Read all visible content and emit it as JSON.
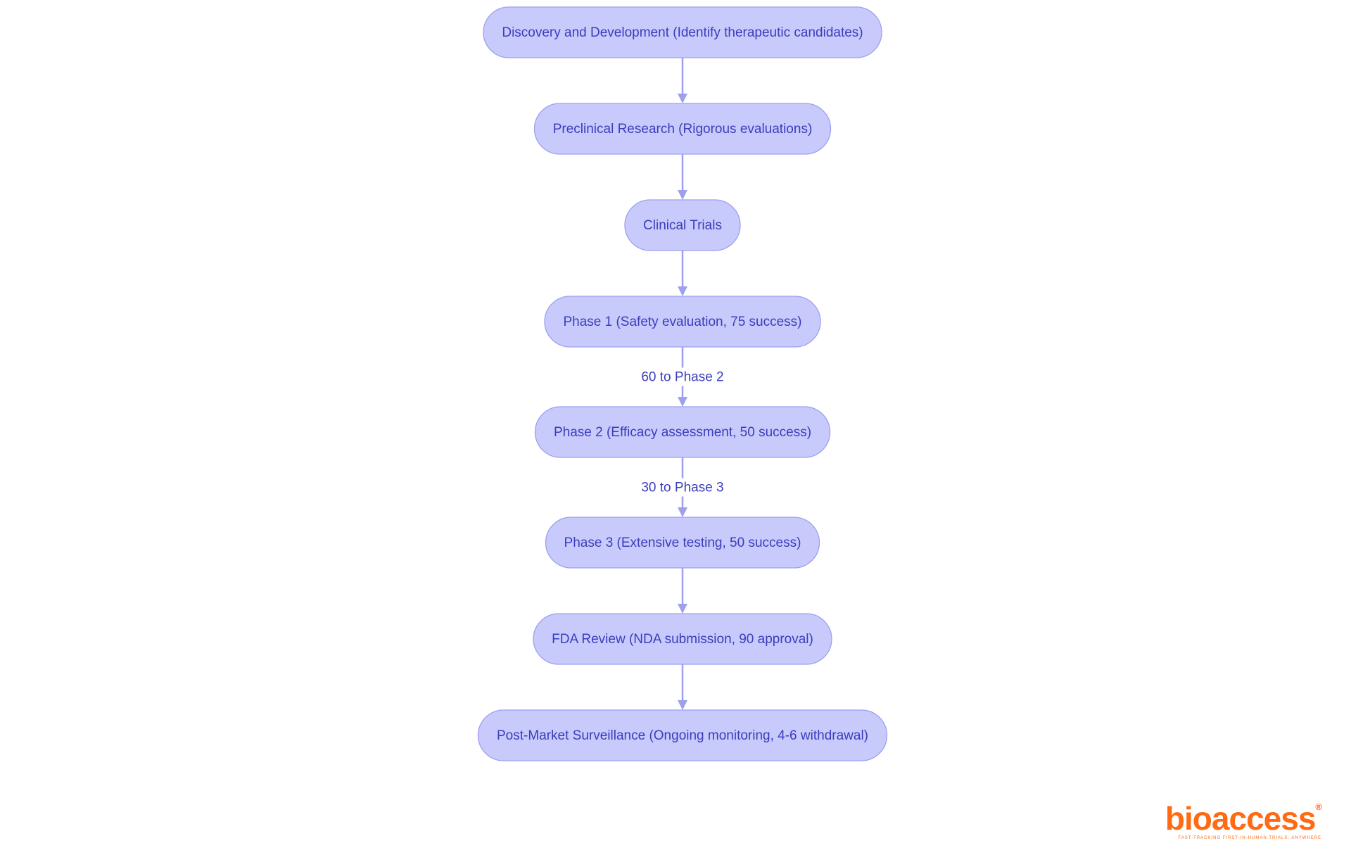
{
  "nodes": [
    {
      "id": "n1",
      "label": "Discovery and Development (Identify therapeutic candidates)"
    },
    {
      "id": "n2",
      "label": "Preclinical Research (Rigorous evaluations)"
    },
    {
      "id": "n3",
      "label": "Clinical Trials"
    },
    {
      "id": "n4",
      "label": "Phase 1 (Safety evaluation, 75 success)"
    },
    {
      "id": "n5",
      "label": "Phase 2 (Efficacy assessment, 50 success)"
    },
    {
      "id": "n6",
      "label": "Phase 3 (Extensive testing, 50 success)"
    },
    {
      "id": "n7",
      "label": "FDA Review (NDA submission, 90 approval)"
    },
    {
      "id": "n8",
      "label": "Post-Market Surveillance (Ongoing monitoring, 4-6 withdrawal)"
    }
  ],
  "edges": [
    {
      "from": "n1",
      "to": "n2",
      "label": ""
    },
    {
      "from": "n2",
      "to": "n3",
      "label": ""
    },
    {
      "from": "n3",
      "to": "n4",
      "label": ""
    },
    {
      "from": "n4",
      "to": "n5",
      "label": "60 to Phase 2"
    },
    {
      "from": "n5",
      "to": "n6",
      "label": "30 to Phase 3"
    },
    {
      "from": "n6",
      "to": "n7",
      "label": ""
    },
    {
      "from": "n7",
      "to": "n8",
      "label": ""
    }
  ],
  "colors": {
    "node_fill": "#c8cafb",
    "node_stroke": "#9ca0ee",
    "text": "#3a3dbd",
    "edge": "#9ca0ee",
    "logo": "#ff6a13"
  },
  "logo": {
    "word": "bioaccess",
    "registered": "®",
    "tagline": "FAST-TRACKING FIRST-IN-HUMAN TRIALS. ANYWHERE"
  }
}
